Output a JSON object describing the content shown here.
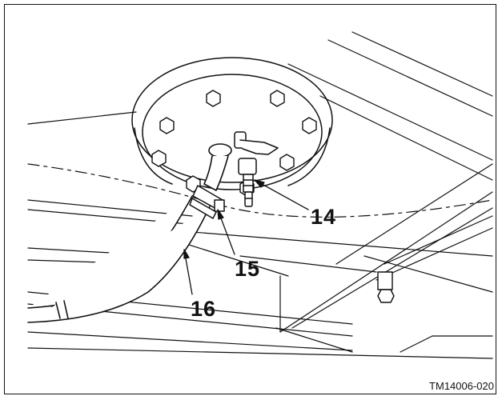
{
  "figure": {
    "callouts": [
      {
        "label": "14"
      },
      {
        "label": "15"
      },
      {
        "label": "16"
      }
    ],
    "caption": "TM14006-020",
    "colors": {
      "line": "#111111",
      "background": "#ffffff"
    }
  }
}
